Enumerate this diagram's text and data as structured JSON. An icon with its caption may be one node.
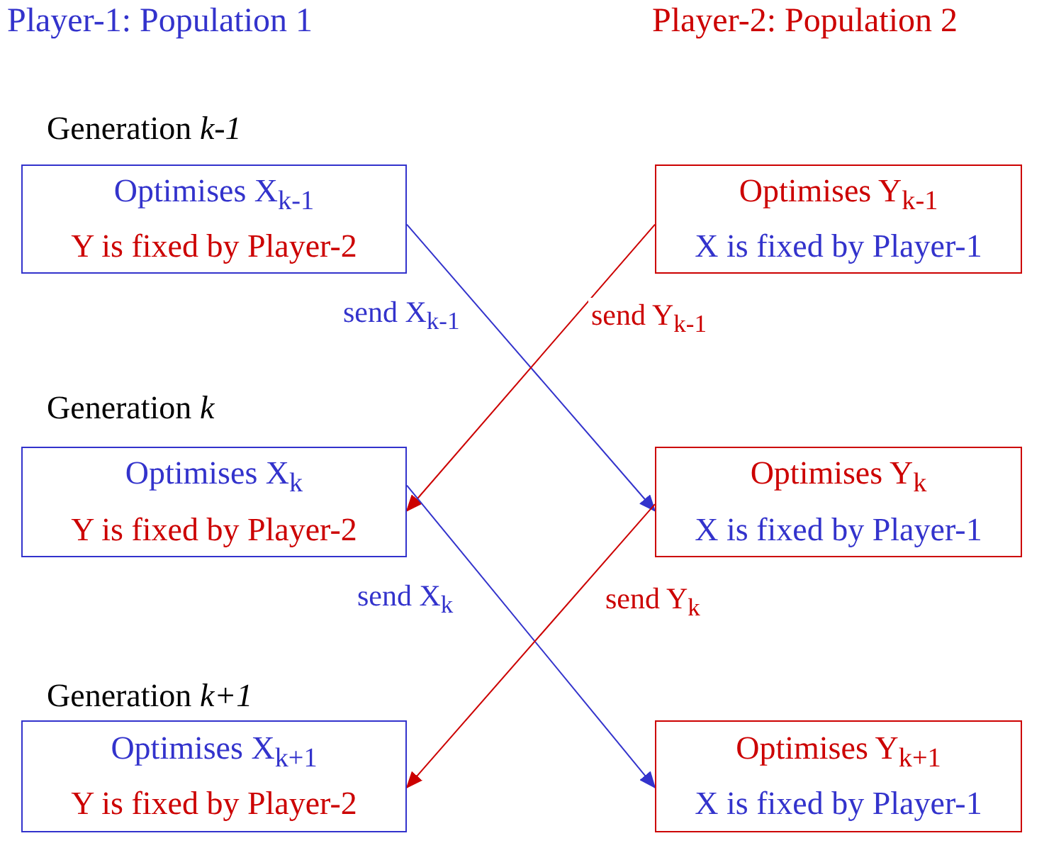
{
  "diagram": {
    "nodes": [
      {
        "text": [
          "Optimises X$_{k-1}$",
          "Y is fixed by Player-2"
        ]
      },
      {
        "text": [
          "Optimises Y$_{k-1}$",
          "X is fixed by Player-1"
        ]
      },
      {
        "text": [
          "Optimises X$_{k}$",
          "Y is fixed by Player-2"
        ]
      },
      {
        "text": [
          "Optimises Y$_{k}$",
          "X is fixed by Player-1"
        ]
      },
      {
        "text": [
          "Optimises X$_{k+1}$",
          "Y is fixed by Player-2"
        ]
      },
      {
        "text": [
          "Optimises Y$_{k+1}$",
          "X is fixed by Player-1"
        ]
      }
    ],
    "edges": [
      {
        "from": 0,
        "to": 3,
        "arrow": "to",
        "label": "send X$_{k-1}$",
        "color": "#3333cc"
      },
      {
        "from": 1,
        "to": 2,
        "arrow": "to",
        "label": "send Y$_{k-1}$",
        "color": "#cc0000"
      },
      {
        "from": 2,
        "to": 5,
        "arrow": "to",
        "label": "send X$_{k}$",
        "color": "#3333cc"
      },
      {
        "from": 3,
        "to": 4,
        "arrow": "to",
        "label": "send Y$_{k}$",
        "color": "#cc0000"
      }
    ],
    "labels": [
      "Player-1: Population 1",
      "Player-2: Population 2",
      "Generation *k-1*",
      "Generation *k*",
      "Generation *k+1*"
    ]
  }
}
